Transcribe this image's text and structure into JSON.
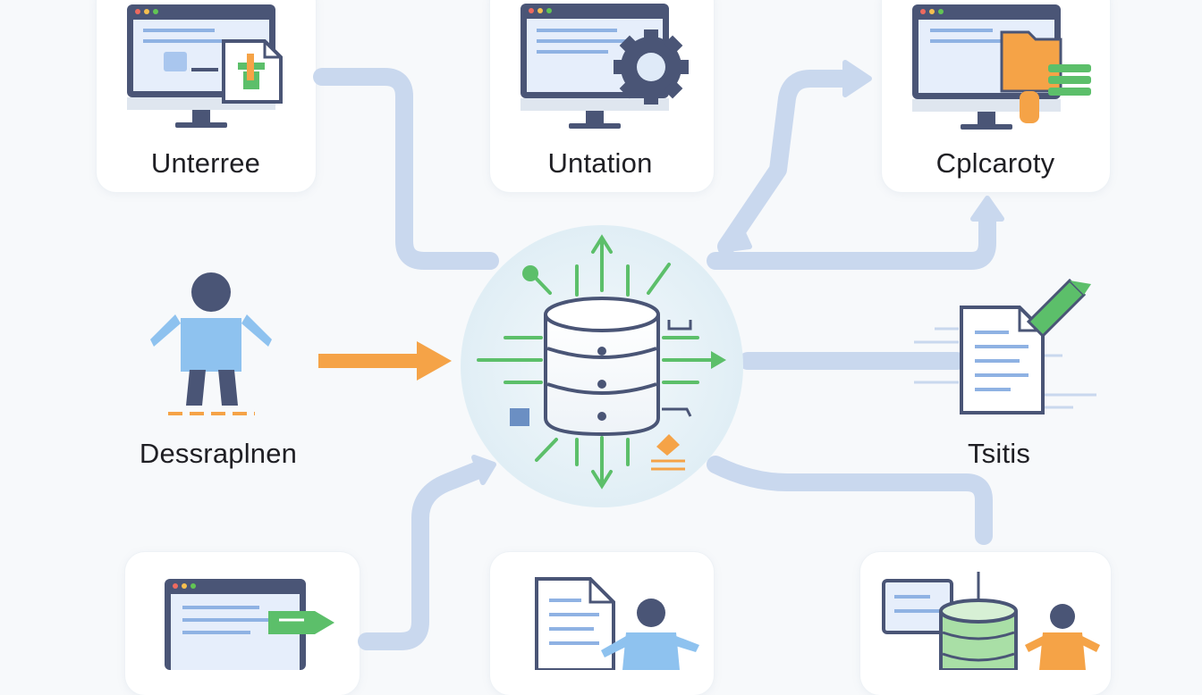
{
  "labels": {
    "top_left": "Unterree",
    "top_center": "Untation",
    "top_right": "Cplcaroty",
    "middle_left": "Dessraplnen",
    "middle_right": "Tsitis"
  },
  "colors": {
    "flow_arrow": "#c9d8ee",
    "input_arrow": "#f5a347",
    "accent_green": "#5cbf6a",
    "accent_orange": "#f5a347",
    "icon_navy": "#4a5576",
    "screen_fill": "#e6eefb",
    "person_blue": "#8ec2ef",
    "hub_glow": "#e3eff6"
  },
  "icons": {
    "hub": "database-icon",
    "top_left": "monitor-document-icon",
    "top_center": "monitor-gear-icon",
    "top_right": "monitor-folder-icon",
    "middle_left": "person-icon",
    "middle_right": "document-pen-icon",
    "bottom_left": "monitor-arrow-icon",
    "bottom_center": "document-person-icon",
    "bottom_right": "database-person-icon"
  }
}
